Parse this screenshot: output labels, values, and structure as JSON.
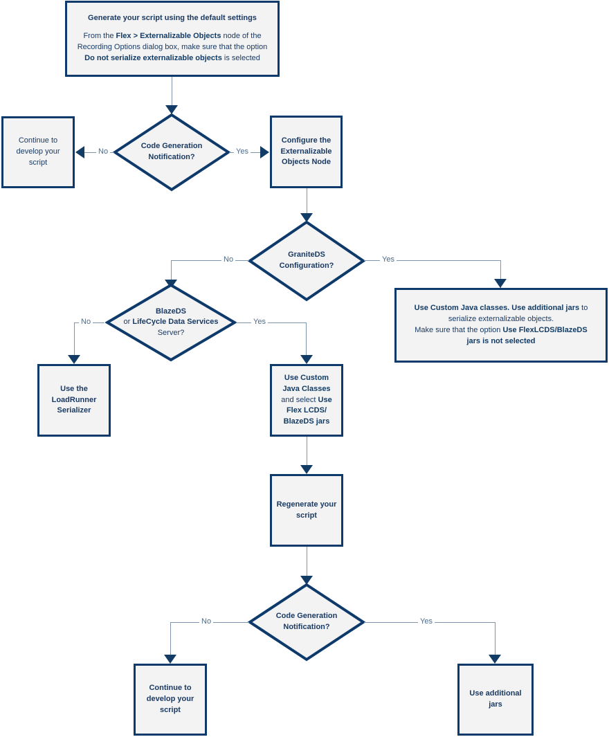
{
  "diagram": {
    "title": "Flex Externalizable Objects script generation flowchart",
    "colors": {
      "node_fill": "#f3f3f3",
      "node_border": "#0d3a6b",
      "text": "#1a3a63",
      "connector": "#7e95ad",
      "arrow": "#123c66"
    }
  },
  "nodes": {
    "start": {
      "heading": "Generate your script using the default settings",
      "body_prefix": "From the ",
      "body_bold1": "Flex > Externalizable Objects",
      "body_mid": " node of the Recording Options dialog box, make sure that the option ",
      "body_bold2": "Do not serialize externalizable objects",
      "body_suffix": " is selected"
    },
    "decision_codegen_1": {
      "line1": "Code Generation",
      "line2": "Notification?"
    },
    "continue_develop_1": {
      "line1": "Continue to",
      "line2": "develop your",
      "line3": "script"
    },
    "configure_node": {
      "line1": "Configure the",
      "line2": "Externalizable",
      "line3": "Objects Node"
    },
    "decision_granite": {
      "line1": "GraniteDS",
      "line2": "Configuration?"
    },
    "decision_blazeds": {
      "line1": "BlazeDS",
      "line2_reg": "or ",
      "line2_bold": "LifeCycle Data Services",
      "line3": "Server?"
    },
    "custom_java_granite": {
      "bold1": "Use Custom Java classes. Use additional jars",
      "text1": " to serialize externalizable objects.",
      "text2": "Make sure that the option ",
      "bold2": "Use FlexLCDS/BlazeDS jars is not selected"
    },
    "loadrunner_serializer": {
      "line1": "Use the",
      "line2": "LoadRunner",
      "line3": "Serializer"
    },
    "custom_java_classes": {
      "bold1": "Use Custom Java Classes",
      "reg1": " and select",
      "bold2": "Use Flex LCDS/ BlazeDS jars"
    },
    "regenerate_script": {
      "line1": "Regenerate your",
      "line2": "script"
    },
    "decision_codegen_2": {
      "line1": "Code Generation",
      "line2": "Notification?"
    },
    "continue_develop_2": {
      "line1": "Continue to",
      "line2": "develop your",
      "line3": "script"
    },
    "use_additional_jars": {
      "line1": "Use additional jars"
    }
  },
  "edge_labels": {
    "codegen1_no": "No",
    "codegen1_yes": "Yes",
    "granite_no": "No",
    "granite_yes": "Yes",
    "blazeds_no": "No",
    "blazeds_yes": "Yes",
    "codegen2_no": "No",
    "codegen2_yes": "Yes"
  }
}
